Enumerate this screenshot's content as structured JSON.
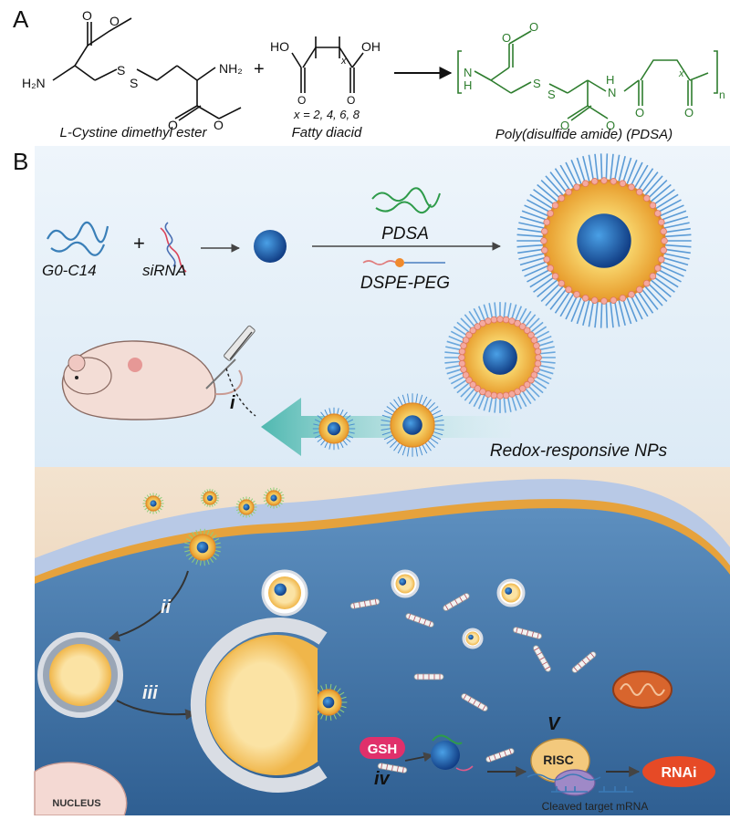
{
  "panel_a": {
    "label": "A",
    "reactant1": {
      "name": "L-Cystine dimethyl ester",
      "s": "S",
      "amine": "NH₂",
      "h2n": "H₂N",
      "methyl": "O"
    },
    "plus": "+",
    "reactant2": {
      "name": "Fatty diacid",
      "ho": "HO",
      "oh": "OH",
      "x": "x",
      "condition": "x = 2, 4, 6, 8"
    },
    "product": {
      "name": "Poly(disulfide amide) (PDSA)",
      "nh": "N",
      "h": "H",
      "sub_x": "x",
      "sub_n": "n"
    }
  },
  "panel_b": {
    "label": "B",
    "g0c14": "G0-C14",
    "sirna": "siRNA",
    "plus": "+",
    "pdsa": "PDSA",
    "dspe_peg": "DSPE-PEG",
    "np_label": "Redox-responsive NPs",
    "step_i": "i",
    "step_ii": "ii",
    "step_iii": "iii",
    "step_iv": "iv",
    "step_v": "V",
    "gsh": "GSH",
    "risc": "RISC",
    "rnai": "RNAi",
    "nucleus": "NUCLEUS",
    "cleaved": "Cleaved target mRNA"
  },
  "colors": {
    "product_green": "#2e7d2e",
    "sky_top": "#dcebf7",
    "cell_body": "#3f6fa0",
    "rnai_red": "#e64a26",
    "gsh_pink": "#e0306b",
    "micelle_orange": "#f2b23b"
  }
}
